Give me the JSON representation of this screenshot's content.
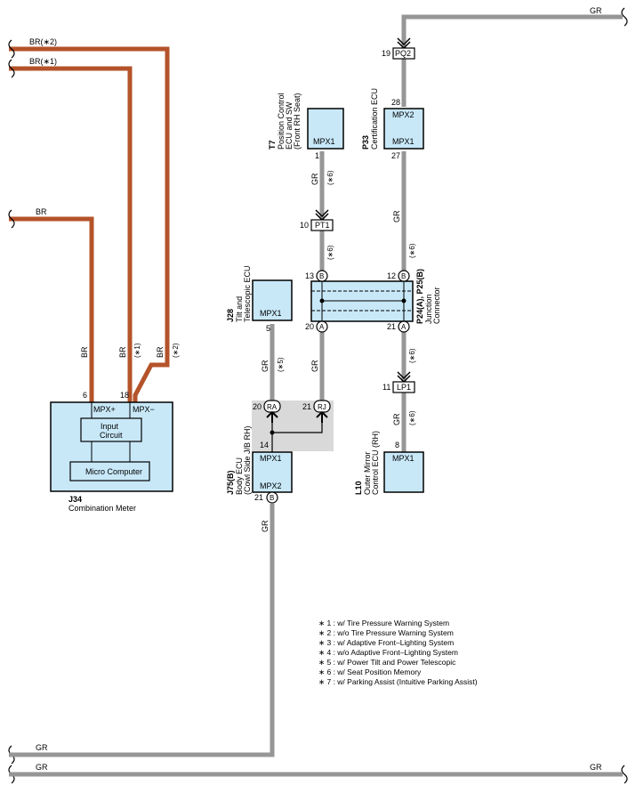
{
  "colors": {
    "wire_br": "#b4532a",
    "wire_gr": "#969696",
    "ecu_fill": "#c8e8f8",
    "shade": "#d9d9d9"
  },
  "wires": {
    "br_s2": "BR(∗2)",
    "br_s1": "BR(∗1)",
    "br": "BR",
    "gr": "GR",
    "star1": "(∗1)",
    "star2": "(∗2)",
    "star5": "(∗5)",
    "star6": "(∗6)"
  },
  "j34": {
    "code": "J34",
    "name": "Combination Meter",
    "pin_mpx_plus": "6",
    "pin_mpx_minus": "18",
    "mpx_plus": "MPX+",
    "mpx_minus": "MPX−",
    "input_l1": "Input",
    "input_l2": "Circuit",
    "micro": "Micro Computer"
  },
  "t7": {
    "code": "T7",
    "name_l1": "Position Control",
    "name_l2": "ECU and SW",
    "name_l3": "(Front RH Seat)",
    "port": "MPX1",
    "pin": "1"
  },
  "p33": {
    "code": "P33",
    "name": "Certification ECU",
    "port1": "MPX2",
    "port2": "MPX1",
    "pin1": "28",
    "pin2": "27"
  },
  "pq2": {
    "label": "PQ2",
    "pin": "19"
  },
  "pt1": {
    "label": "PT1",
    "pin": "10"
  },
  "lp1": {
    "label": "LP1",
    "pin": "11"
  },
  "jc": {
    "code": "P24(A), P25(B)",
    "name_l1": "Junction",
    "name_l2": "Connector",
    "pin13": "13",
    "pin12": "12",
    "pin20": "20",
    "pin21": "21",
    "mark_b": "B",
    "mark_a": "A"
  },
  "j28": {
    "code": "J28",
    "name_l1": "Tilt and",
    "name_l2": "Telescopic ECU",
    "port": "MPX1",
    "pin": "5"
  },
  "j75": {
    "code": "J75(B)",
    "name_l1": "Body ECU",
    "name_l2": "(Cowl Side J/B RH)",
    "port1": "MPX1",
    "port2": "MPX2",
    "pin14": "14",
    "pin21": "21",
    "mark_b": "B",
    "pin20": "20",
    "conn_ra": "RA",
    "pin21b": "21",
    "conn_rj": "RJ"
  },
  "l10": {
    "code": "L10",
    "name_l1": "Outer Mirror",
    "name_l2": "Control ECU (RH)",
    "port": "MPX1",
    "pin": "8"
  },
  "notes": [
    "∗ 1 : w/ Tire Pressure Warning System",
    "∗ 2 : w/o Tire Pressure Warning System",
    "∗ 3 : w/ Adaptive Front–Lighting System",
    "∗ 4 : w/o Adaptive Front–Lighting System",
    "∗ 5 : w/ Power Tilt and Power Telescopic",
    "∗ 6 : w/ Seat Position Memory",
    "∗ 7 : w/ Parking Assist (Intuitive Parking Assist)"
  ]
}
